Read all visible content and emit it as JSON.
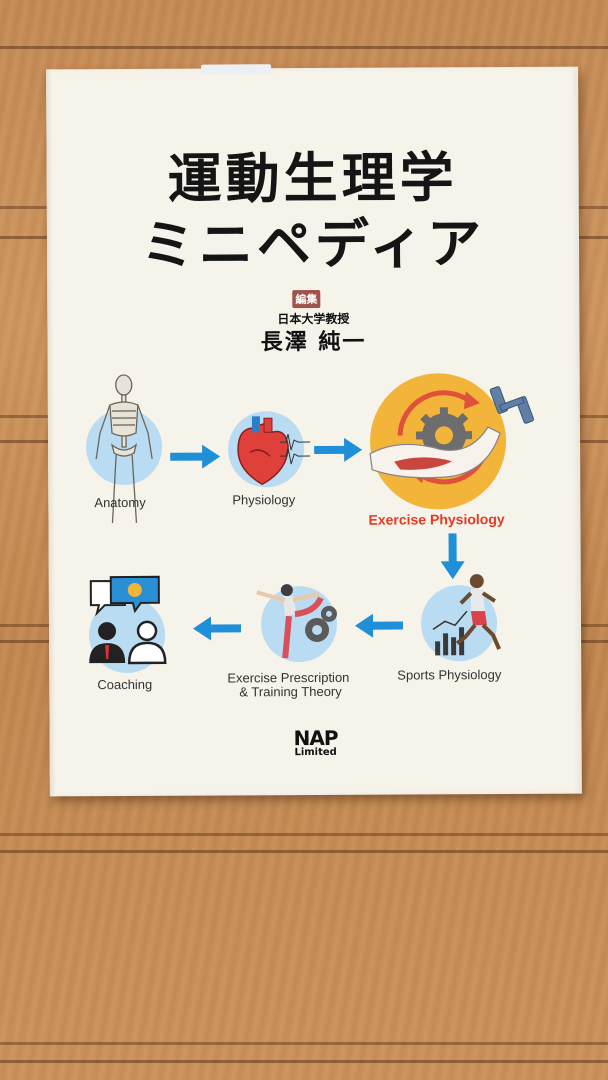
{
  "book": {
    "title_line1": "運動生理学",
    "title_line2": "ミニペディア",
    "editor_tag": "編集",
    "affiliation": "日本大学教授",
    "author": "長澤 純一",
    "publisher_line1": "NAP",
    "publisher_line2": "Limited"
  },
  "diagram": {
    "anatomy": "Anatomy",
    "physiology": "Physiology",
    "exercise_physiology": "Exercise Physiology",
    "sports_physiology": "Sports Physiology",
    "exercise_prescription_line1": "Exercise Prescription",
    "exercise_prescription_line2": "& Training Theory",
    "coaching": "Coaching"
  },
  "colors": {
    "accent_red": "#e23b24",
    "arrow_blue": "#1f8fd8",
    "circle_blue": "#b9dcf2",
    "circle_yellow": "#f2b53a",
    "cover": "#f6f3ea",
    "wood": "#c98c55"
  },
  "icons": [
    "skeleton-icon",
    "heart-icon",
    "gear-arm-dumbbell-icon",
    "runner-chart-icon",
    "yoga-gears-icon",
    "coaching-people-icon"
  ]
}
